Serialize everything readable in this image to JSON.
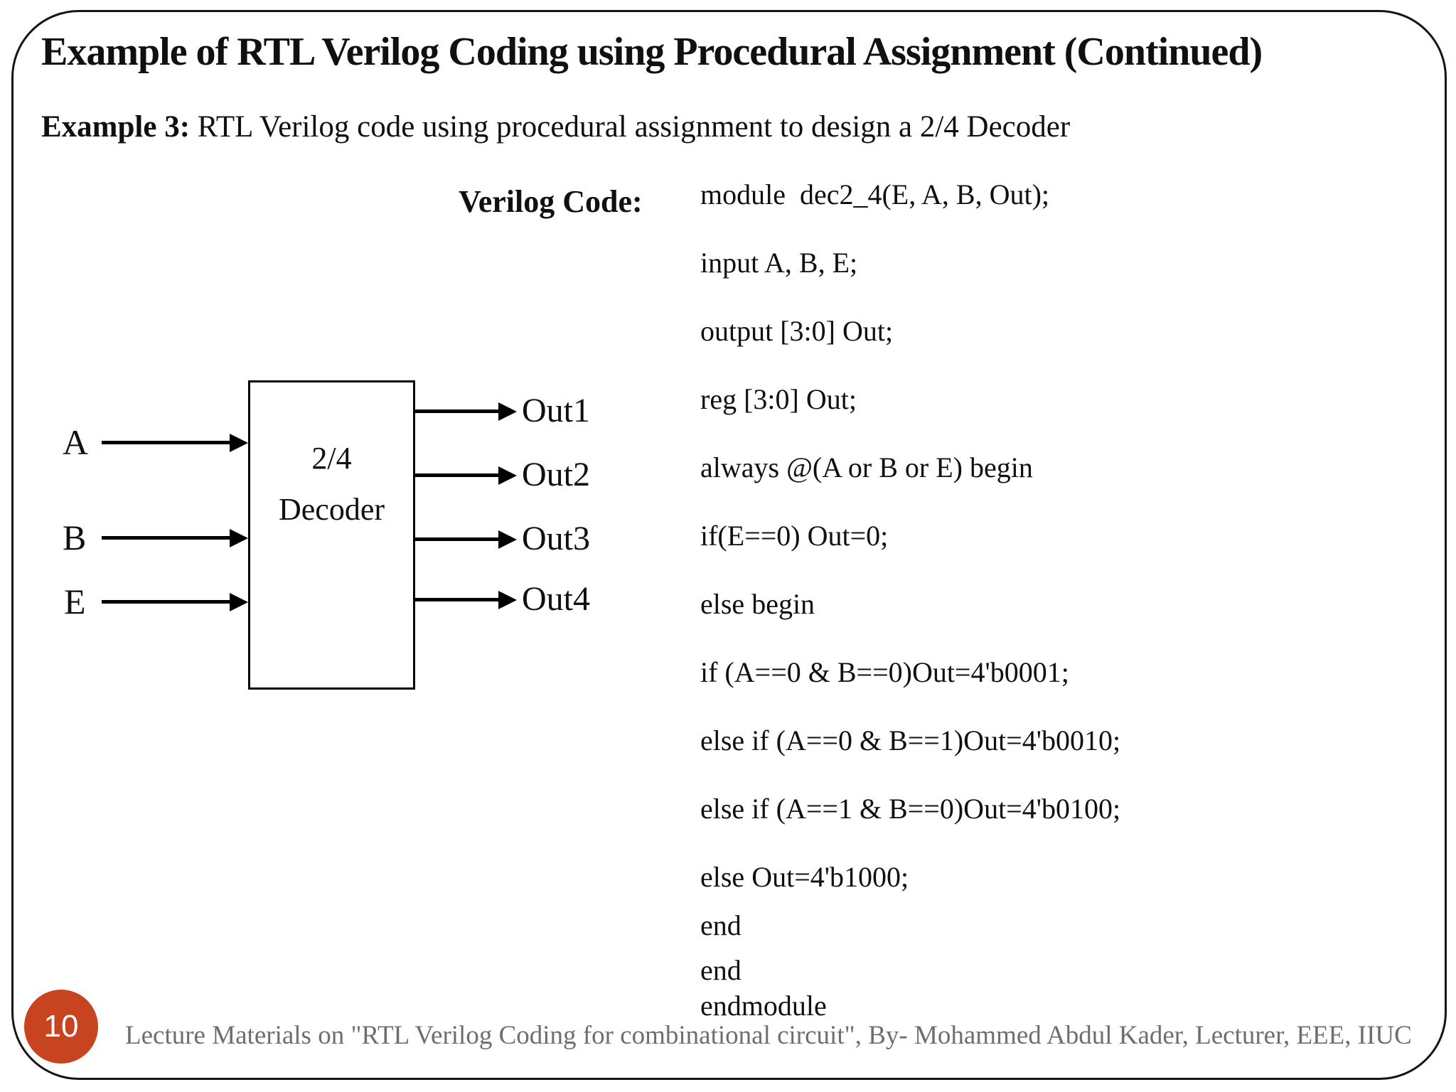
{
  "slide": {
    "title": "Example of RTL Verilog Coding using Procedural Assignment (Continued)",
    "example_label": "Example 3:",
    "example_text": " RTL Verilog code using procedural assignment to design a 2/4 Decoder",
    "code_heading": "Verilog Code:",
    "page_number": "10",
    "footer": "Lecture Materials on \"RTL Verilog Coding for combinational circuit\", By- Mohammed Abdul Kader, Lecturer, EEE, IIUC"
  },
  "diagram": {
    "block_line1": "2/4",
    "block_line2": "Decoder",
    "inputs": [
      "A",
      "B",
      "E"
    ],
    "outputs": [
      "Out1",
      "Out2",
      "Out3",
      "Out4"
    ]
  },
  "code_lines": [
    "module  dec2_4(E, A, B, Out);",
    "input A, B, E;",
    "output [3:0] Out;",
    "reg [3:0] Out;",
    "always @(A or B or E) begin",
    "if(E==0) Out=0;",
    "else begin",
    "if (A==0 & B==0)Out=4'b0001;",
    "else if (A==0 & B==1)Out=4'b0010;",
    "else if (A==1 & B==0)Out=4'b0100;",
    "else Out=4'b1000;",
    "end",
    "end",
    "endmodule"
  ],
  "colors": {
    "page_badge": "#c8431f",
    "footer_text": "#6e6e6e",
    "border": "#161616",
    "text": "#101010"
  }
}
